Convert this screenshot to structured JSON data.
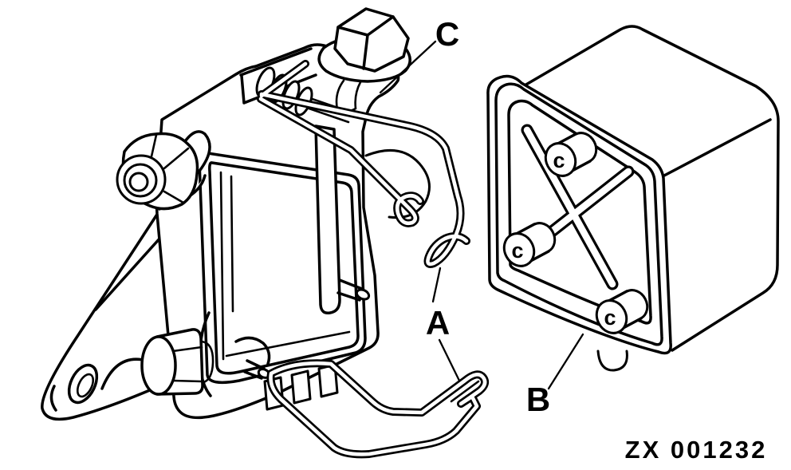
{
  "figure": {
    "part_number": "ZX 001232",
    "callouts": {
      "upper_wire": "C",
      "lower_wire": "A",
      "cover": "B"
    },
    "grommet_marks": [
      "c",
      "c",
      "c"
    ],
    "colors": {
      "ink": "#000000",
      "paper": "#ffffff"
    }
  }
}
